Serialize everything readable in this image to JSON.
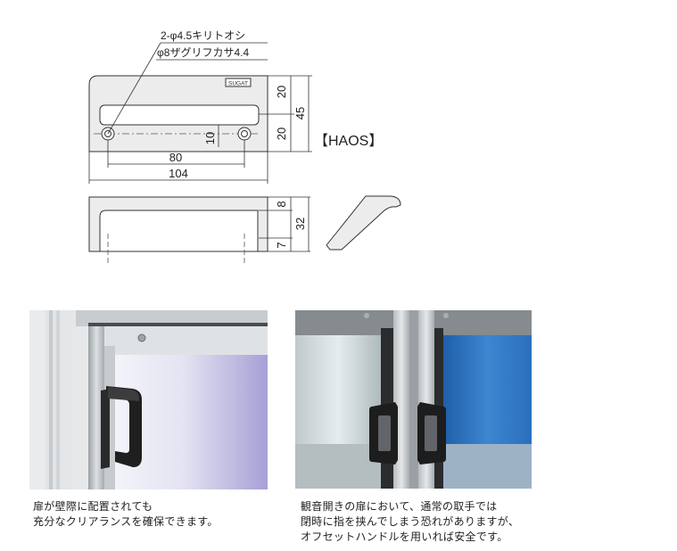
{
  "drawing": {
    "model_label": "【HAOS】",
    "hole_note_1": "2-φ4.5キリトオシ",
    "hole_note_2": "φ8ザグリフカサ4.4",
    "logo_text": "SUGAT",
    "dims": {
      "width_total": "104",
      "hole_pitch": "80",
      "offset_10": "10",
      "height_upper": "20",
      "height_lower": "20",
      "height_total": "45",
      "depth_top": "8",
      "depth_total": "32",
      "depth_bottom": "7"
    }
  },
  "captions": {
    "left": [
      "扉が壁際に配置されても",
      "充分なクリアランスを確保できます。"
    ],
    "right": [
      "観音開きの扉において、通常の取手では",
      "閉時に指を挟んでしまう恐れがありますが、",
      "オフセットハンドルを用いれば安全です。"
    ]
  }
}
